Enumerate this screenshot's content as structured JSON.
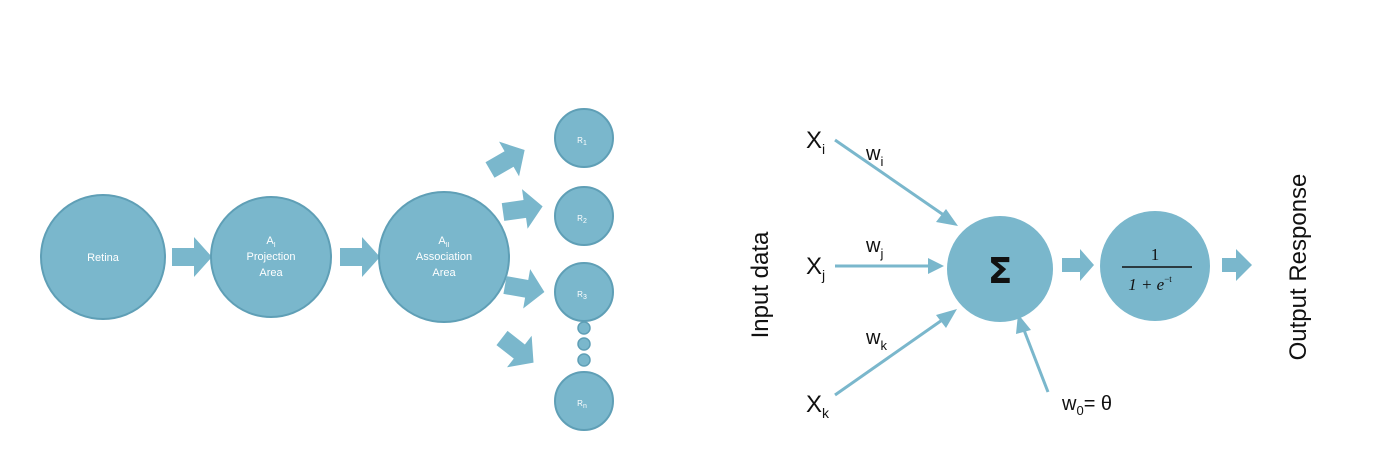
{
  "colors": {
    "node_fill": "#7ab7cc",
    "node_stroke": "#5f9fb6",
    "arrow": "#7ab7cc",
    "text_dark": "#111111"
  },
  "left_diagram": {
    "retina": {
      "label": "Retina"
    },
    "projection": {
      "sym": "A",
      "sub": "I",
      "line1": "Projection",
      "line2": "Area"
    },
    "association": {
      "sym": "A",
      "sub": "II",
      "line1": "Association",
      "line2": "Area"
    },
    "responses": [
      {
        "sym": "R",
        "sub": "1"
      },
      {
        "sym": "R",
        "sub": "2"
      },
      {
        "sym": "R",
        "sub": "3"
      },
      {
        "sym": "R",
        "sub": "n"
      }
    ]
  },
  "right_diagram": {
    "input_label": "Input data",
    "output_label": "Output Response",
    "inputs": [
      {
        "x": "X",
        "x_sub": "i",
        "w": "w",
        "w_sub": "i"
      },
      {
        "x": "X",
        "x_sub": "j",
        "w": "w",
        "w_sub": "j"
      },
      {
        "x": "X",
        "x_sub": "k",
        "w": "w",
        "w_sub": "k"
      }
    ],
    "bias": {
      "w": "w",
      "sub": "0",
      "rest": "= θ"
    },
    "sum_symbol": "Σ",
    "activation": {
      "numerator": "1",
      "denominator": "1 + e",
      "exponent": "−t"
    }
  }
}
